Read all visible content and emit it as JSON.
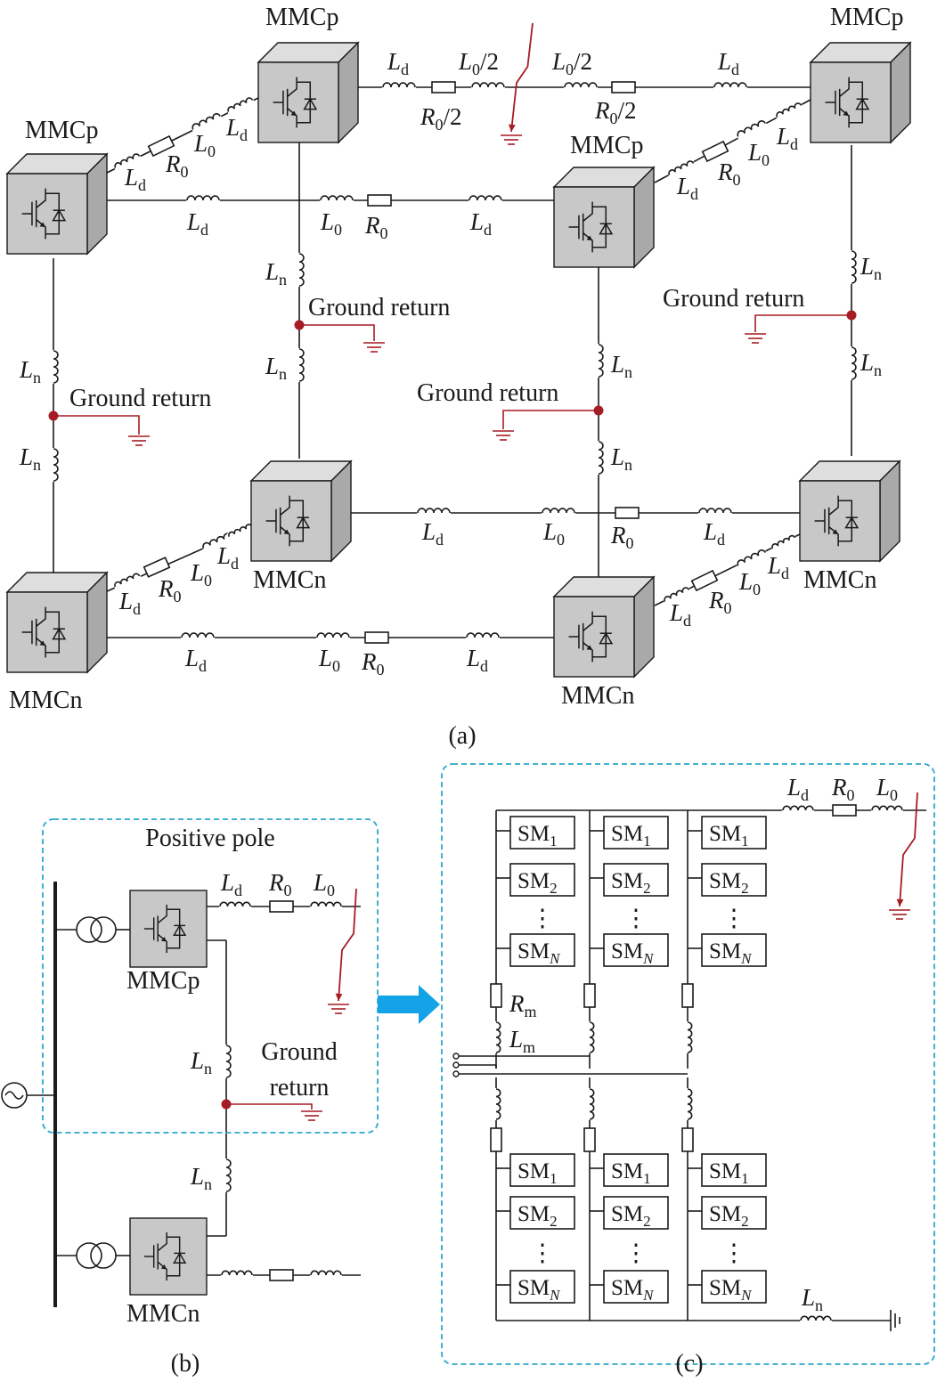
{
  "labels": {
    "mmcp": "MMCp",
    "mmcn": "MMCn",
    "ground_return": "Ground return",
    "ground_word": "Ground",
    "return_word": "return",
    "positive_pole": "Positive pole",
    "L": "L",
    "R": "R",
    "sub_d": "d",
    "sub_0": "0",
    "sub_n": "n",
    "sub_m": "m",
    "sub_1": "1",
    "sub_2": "2",
    "sub_N": "N",
    "half": "/2",
    "SM": "SM",
    "dots": "⋮"
  },
  "captions": {
    "a": "(a)",
    "b": "(b)",
    "c": "(c)"
  },
  "colors": {
    "wire": "#1a1a1a",
    "fault_ground": "#a61c24",
    "node_dot": "#a61c24",
    "box_front": "#c8c8c8",
    "box_top": "#dedede",
    "box_side": "#a9a9a9",
    "dashed_border": "#2aa7c9",
    "arrow": "#14a3e6"
  },
  "icons": [
    "igbt-diode-icon",
    "inductor-icon",
    "resistor-icon",
    "fault-lightning-icon",
    "ground-icon",
    "transformer-icon",
    "ac-source-icon",
    "right-arrow-icon"
  ]
}
